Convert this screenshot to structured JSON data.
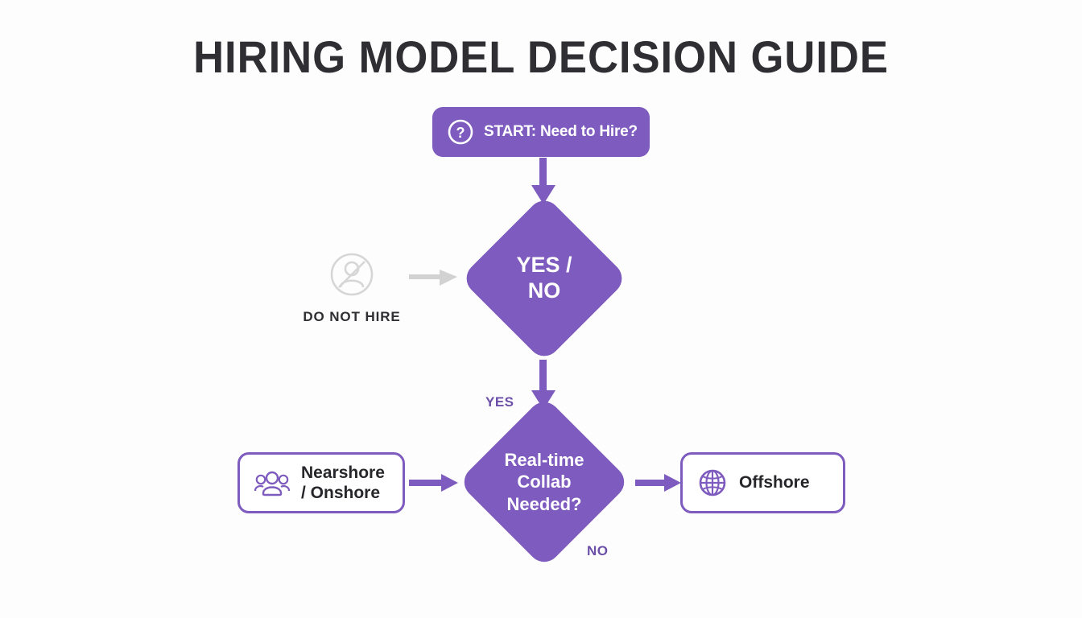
{
  "page": {
    "title": "HIRING MODEL DECISION GUIDE",
    "background_color": "#fdfdfd",
    "accent_purple": "#7E5BBE",
    "text_dark": "#2f2f33",
    "edge_gray": "#cfcfcf"
  },
  "nodes": {
    "start": {
      "label": "START: Need to Hire?",
      "icon": "question-circle-icon",
      "type": "rounded-pill",
      "fill": "#7E5BBE",
      "text_color": "#ffffff"
    },
    "decision_yes_no": {
      "label": "YES /\nNO",
      "type": "diamond",
      "fill": "#7E5BBE",
      "text_color": "#ffffff"
    },
    "decision_collab": {
      "label": "Real-time\nCollab\nNeeded?",
      "type": "diamond",
      "fill": "#7E5BBE",
      "text_color": "#ffffff"
    },
    "do_not_hire": {
      "label": "DO NOT HIRE",
      "icon": "no-person-icon",
      "type": "icon-label",
      "icon_color": "#d4d4d4",
      "text_color": "#2f2f33"
    },
    "nearshore": {
      "label": "Nearshore\n/ Onshore",
      "icon": "people-group-icon",
      "type": "outlined-box",
      "border_color": "#7E5BBE",
      "text_color": "#27272b"
    },
    "offshore": {
      "label": "Offshore",
      "icon": "globe-icon",
      "type": "outlined-box",
      "border_color": "#7E5BBE",
      "text_color": "#27272b"
    }
  },
  "edges": {
    "start_to_decision": {
      "label": "",
      "direction": "down",
      "color": "#7E5BBE"
    },
    "do_not_hire_to_decision": {
      "label": "",
      "direction": "right",
      "color": "#cfcfcf"
    },
    "decision_to_collab": {
      "label": "YES",
      "direction": "down",
      "color": "#7E5BBE"
    },
    "nearshore_to_collab": {
      "label": "",
      "direction": "right",
      "color": "#7E5BBE"
    },
    "collab_to_offshore": {
      "label": "NO",
      "direction": "right",
      "color": "#7E5BBE"
    }
  },
  "edge_labels": {
    "yes": "YES",
    "no": "NO"
  }
}
